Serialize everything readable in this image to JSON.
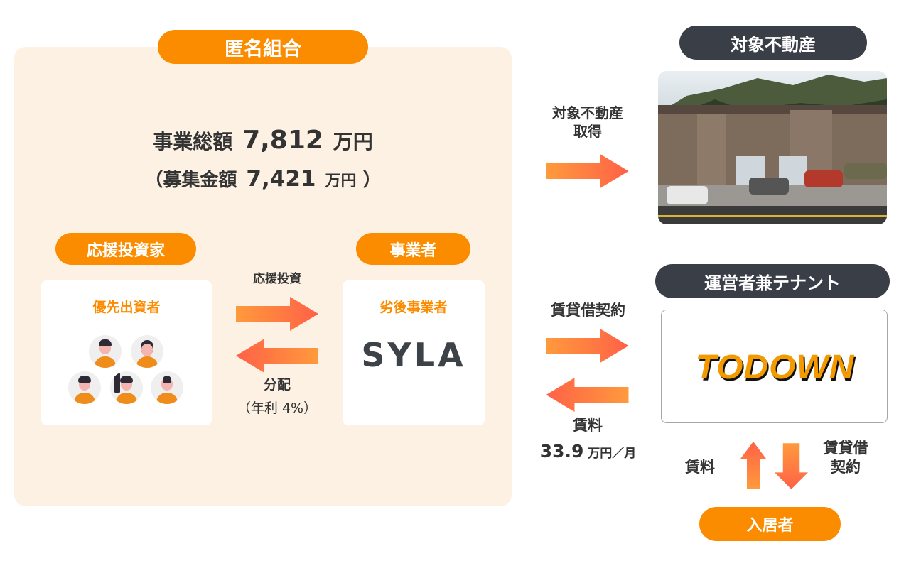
{
  "fund": {
    "title": "匿名組合",
    "total_label": "事業総額",
    "total_value": "7,812",
    "total_unit": "万円",
    "raise_open": "（募集金額",
    "raise_value": "7,421",
    "raise_unit": "万円",
    "raise_close": "）"
  },
  "investors": {
    "pill": "応援投資家",
    "card_title": "優先出資者"
  },
  "operator": {
    "pill": "事業者",
    "card_title": "劣後事業者",
    "logo": "SYLA"
  },
  "flows": {
    "invest": "応援投資",
    "distribution": "分配",
    "distribution_rate": "（年利 4%）",
    "acquire_line1": "対象不動産",
    "acquire_line2": "取得",
    "lease_contract": "賃貸借契約",
    "rent_label": "賃料",
    "rent_value": "33.9",
    "rent_unit": "万円／月"
  },
  "property": {
    "pill": "対象不動産"
  },
  "tenant": {
    "pill": "運営者兼テナント",
    "logo": "TODOWN"
  },
  "resident": {
    "pill": "入居者",
    "rent": "賃料",
    "contract_line1": "賃貸借",
    "contract_line2": "契約"
  },
  "colors": {
    "orange": "#fb8c00",
    "dark": "#3a3f47",
    "panel": "#fdf1e4",
    "arrow_start": "#ff9a3c",
    "arrow_end": "#ff6147"
  }
}
